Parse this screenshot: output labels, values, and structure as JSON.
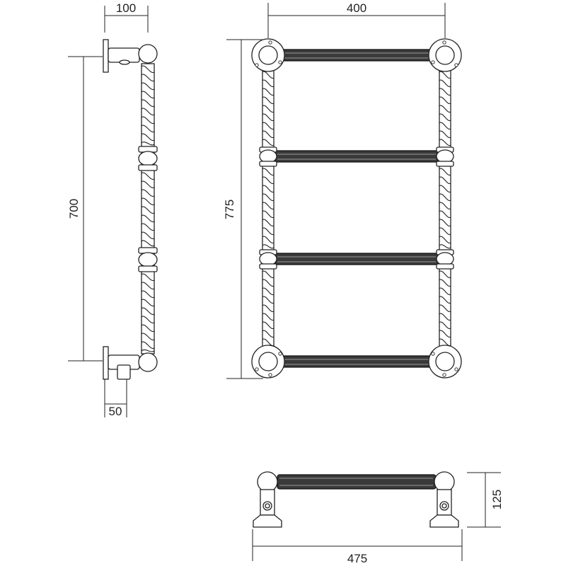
{
  "drawing": {
    "views": {
      "side": {
        "dim_top": "100",
        "dim_left": "700",
        "dim_bottom": "50"
      },
      "front": {
        "dim_top": "400",
        "dim_left": "775",
        "rail_count": 4
      },
      "plan": {
        "dim_right": "125",
        "dim_bottom": "475"
      }
    },
    "colors": {
      "line": "#222222",
      "rail_fill": "#3a3a3a",
      "background": "#ffffff"
    }
  }
}
